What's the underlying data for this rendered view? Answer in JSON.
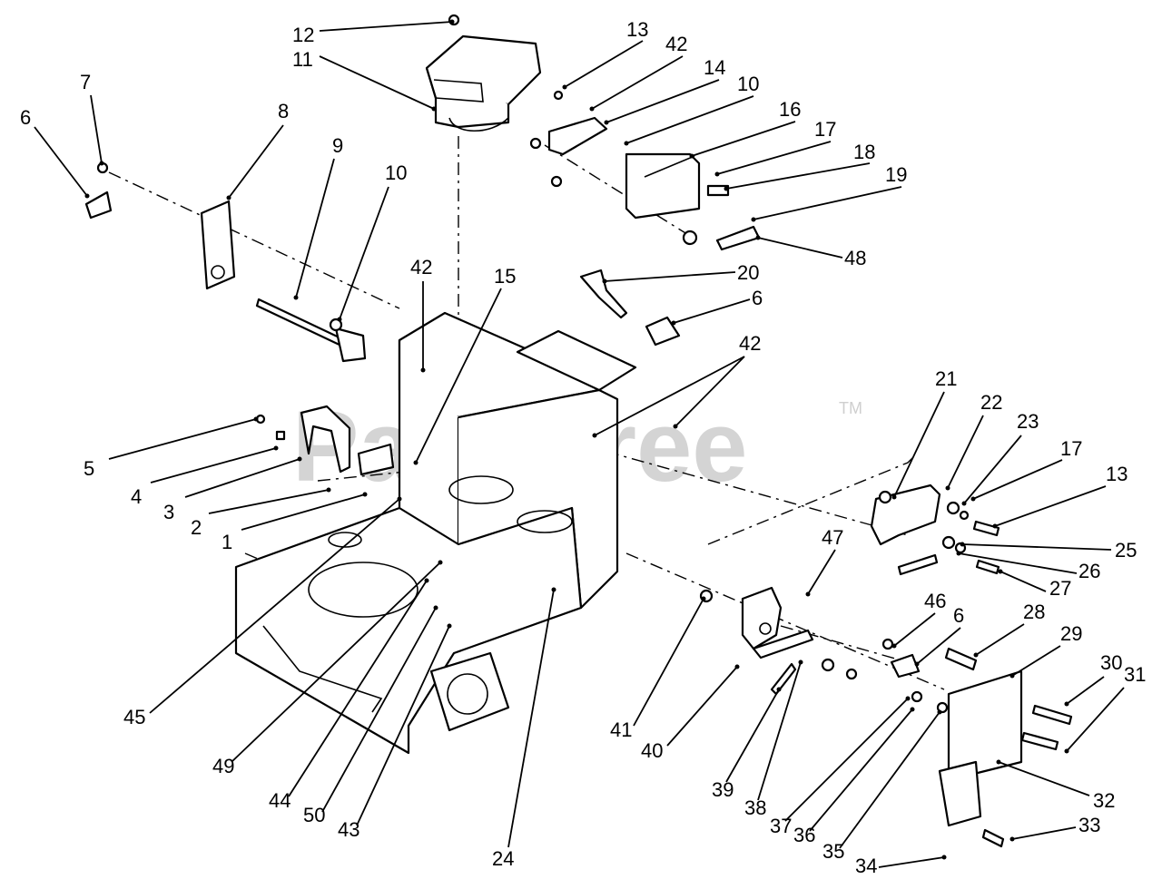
{
  "watermark": {
    "text": "PartsTree",
    "trademark": "TM"
  },
  "callouts": [
    {
      "text": "12"
    },
    {
      "text": "11"
    },
    {
      "text": "13"
    },
    {
      "text": "42"
    },
    {
      "text": "14"
    },
    {
      "text": "10"
    },
    {
      "text": "16"
    },
    {
      "text": "17"
    },
    {
      "text": "18"
    },
    {
      "text": "19"
    },
    {
      "text": "48"
    },
    {
      "text": "7"
    },
    {
      "text": "6"
    },
    {
      "text": "8"
    },
    {
      "text": "9"
    },
    {
      "text": "10"
    },
    {
      "text": "42"
    },
    {
      "text": "15"
    },
    {
      "text": "20"
    },
    {
      "text": "6"
    },
    {
      "text": "42"
    },
    {
      "text": "21"
    },
    {
      "text": "22"
    },
    {
      "text": "23"
    },
    {
      "text": "17"
    },
    {
      "text": "13"
    },
    {
      "text": "25"
    },
    {
      "text": "26"
    },
    {
      "text": "27"
    },
    {
      "text": "5"
    },
    {
      "text": "4"
    },
    {
      "text": "3"
    },
    {
      "text": "2"
    },
    {
      "text": "1"
    },
    {
      "text": "47"
    },
    {
      "text": "46"
    },
    {
      "text": "6"
    },
    {
      "text": "28"
    },
    {
      "text": "29"
    },
    {
      "text": "30"
    },
    {
      "text": "31"
    },
    {
      "text": "45"
    },
    {
      "text": "49"
    },
    {
      "text": "44"
    },
    {
      "text": "50"
    },
    {
      "text": "43"
    },
    {
      "text": "24"
    },
    {
      "text": "41"
    },
    {
      "text": "40"
    },
    {
      "text": "39"
    },
    {
      "text": "38"
    },
    {
      "text": "37"
    },
    {
      "text": "36"
    },
    {
      "text": "35"
    },
    {
      "text": "32"
    },
    {
      "text": "33"
    },
    {
      "text": "34"
    }
  ]
}
